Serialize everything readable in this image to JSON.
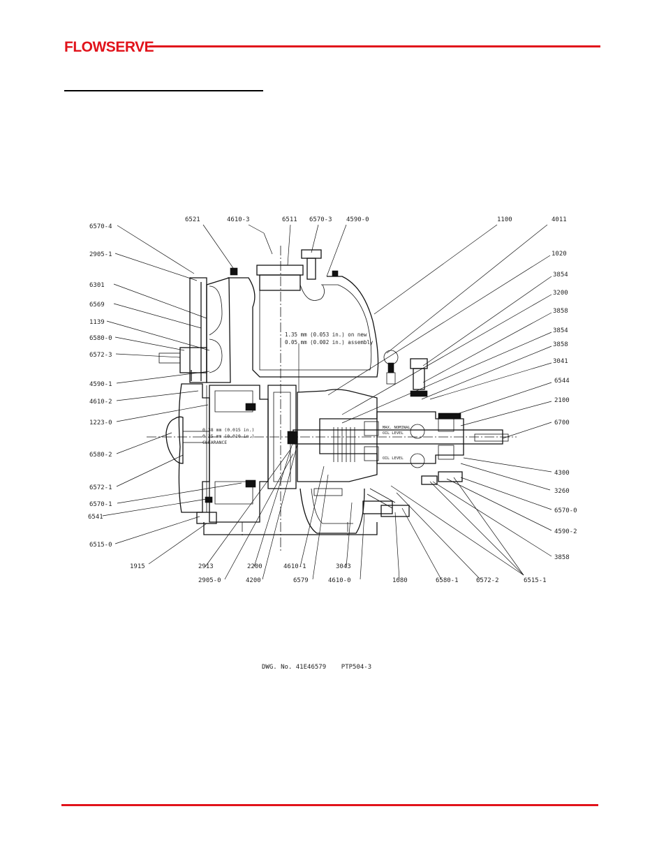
{
  "brand": {
    "logo_text": "FLOWSERVE",
    "accent_color": "#e1131b"
  },
  "drawing": {
    "callouts": {
      "p6570_4": "6570-4",
      "p2905_1": "2905-1",
      "p6301": "6301",
      "p6569": "6569",
      "p1139": "1139",
      "p6580_0": "6580-0",
      "p6572_3": "6572-3",
      "p4590_1": "4590-1",
      "p4610_2": "4610-2",
      "p1223_0": "1223-0",
      "p6580_2": "6580-2",
      "p6572_1": "6572-1",
      "p6570_1": "6570-1",
      "p6541": "6541",
      "p6515_0": "6515-0",
      "p6521": "6521",
      "p4610_3": "4610-3",
      "p6511": "6511",
      "p6570_3": "6570-3",
      "p4590_0": "4590-0",
      "p1100": "1100",
      "p4011": "4011",
      "p1020": "1020",
      "p3854a": "3854",
      "p3200": "3200",
      "p3858a": "3858",
      "p3854b": "3854",
      "p3858b": "3858",
      "p3041": "3041",
      "p6544": "6544",
      "p2100": "2100",
      "p6700": "6700",
      "p4300": "4300",
      "p3260": "3260",
      "p6570_0": "6570-0",
      "p4590_2": "4590-2",
      "p3858c": "3858",
      "p1915": "1915",
      "p2913": "2913",
      "p2905_0": "2905-0",
      "p2200": "2200",
      "p4200": "4200",
      "p4610_1": "4610-1",
      "p6579": "6579",
      "p3043": "3043",
      "p4610_0": "4610-0",
      "p1680": "1680",
      "p6580_1": "6580-1",
      "p6572_2": "6572-2",
      "p6515_1": "6515-1"
    },
    "notes": {
      "wear_ring_line1": "1.35 mm (0.053 in.) on new",
      "wear_ring_line2": "0.05 mm (0.002 in.) assembly",
      "impeller_line1": "0.38 mm (0.015 in.)",
      "impeller_line2": "0.25 mm (0.010 in.)",
      "impeller_line3": "CLEARANCE",
      "oil_line1": "MAX. NOMINAL",
      "oil_line2": "OIL LEVEL",
      "oil_line3": "OIL LEVEL"
    },
    "caption": "DWG. No. 41E46579    PTP504-3"
  }
}
